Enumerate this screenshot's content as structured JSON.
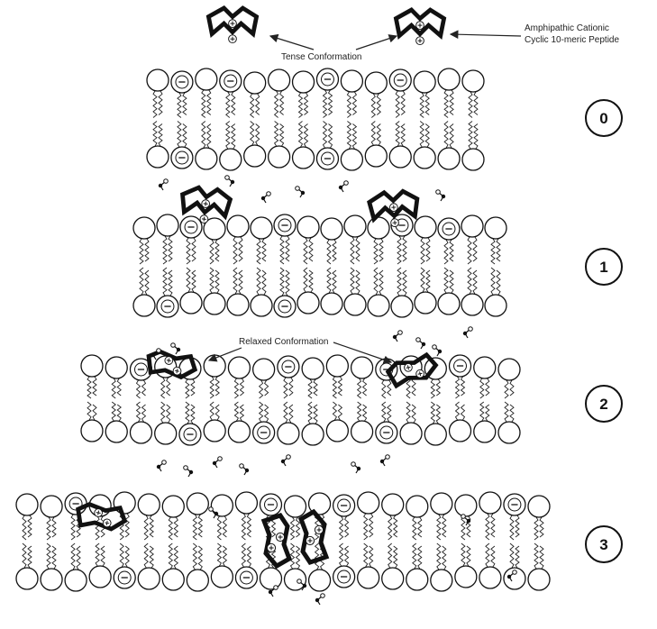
{
  "labels": {
    "peptide_line1": "Amphipathic Cationic",
    "peptide_line2": "Cyclic 10-meric Peptide",
    "tense": "Tense Conformation",
    "relaxed": "Relaxed Conformation"
  },
  "steps": [
    "0",
    "1",
    "2",
    "3"
  ],
  "symbols": {
    "minus": "⊖",
    "plus": "⊕"
  }
}
